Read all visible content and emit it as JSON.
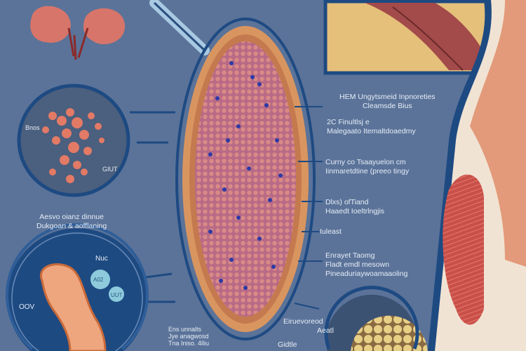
{
  "title": {
    "line1": "HEM Ungytsmeid Inpnoreties",
    "line2": "Cleamsde Bius"
  },
  "right_labels": [
    {
      "line1": "2C Finultlsj e",
      "line2": "Malegaato Itemaltdoaedmy"
    },
    {
      "line1": "Curny co Tsaayuelon cm",
      "line2": "Iinmaretdtine (preeo tingy"
    },
    {
      "line1": "Dlxs) ofTiand",
      "line2": "Haaedt Ioeltrlngjis"
    },
    {
      "line1": "Iuleast",
      "line2": ""
    },
    {
      "line1": "Enrayet Taomg",
      "line2": "Fladt emdl mesown",
      "line3": "Pineaduriaywoamaaoling"
    }
  ],
  "cell_circle": {
    "label_left": "Bnos",
    "label_right": "GIUT"
  },
  "mid_caption": {
    "line1": "Aesvo oianz dinnue",
    "line2": "Dukgoan & aofflaning"
  },
  "bottom_circle": {
    "label_top": "Nuc",
    "bubble1": "A02",
    "bubble2": "UUT",
    "label_left": "OOV"
  },
  "bottom_center_caption": {
    "line1": "Ens unnalts",
    "line2": "Jye anagwosd",
    "line3": "Tna Iniso. 4lliu"
  },
  "bottom_right": {
    "label1": "Eiruevoreod",
    "label2": "Aeatl",
    "label3": "Gidtle"
  },
  "colors": {
    "background": "#5b7399",
    "navy": "#1e4a82",
    "tissue": "#c9636a",
    "skin": "#e39a7a",
    "dots": "#2d3aa6"
  }
}
